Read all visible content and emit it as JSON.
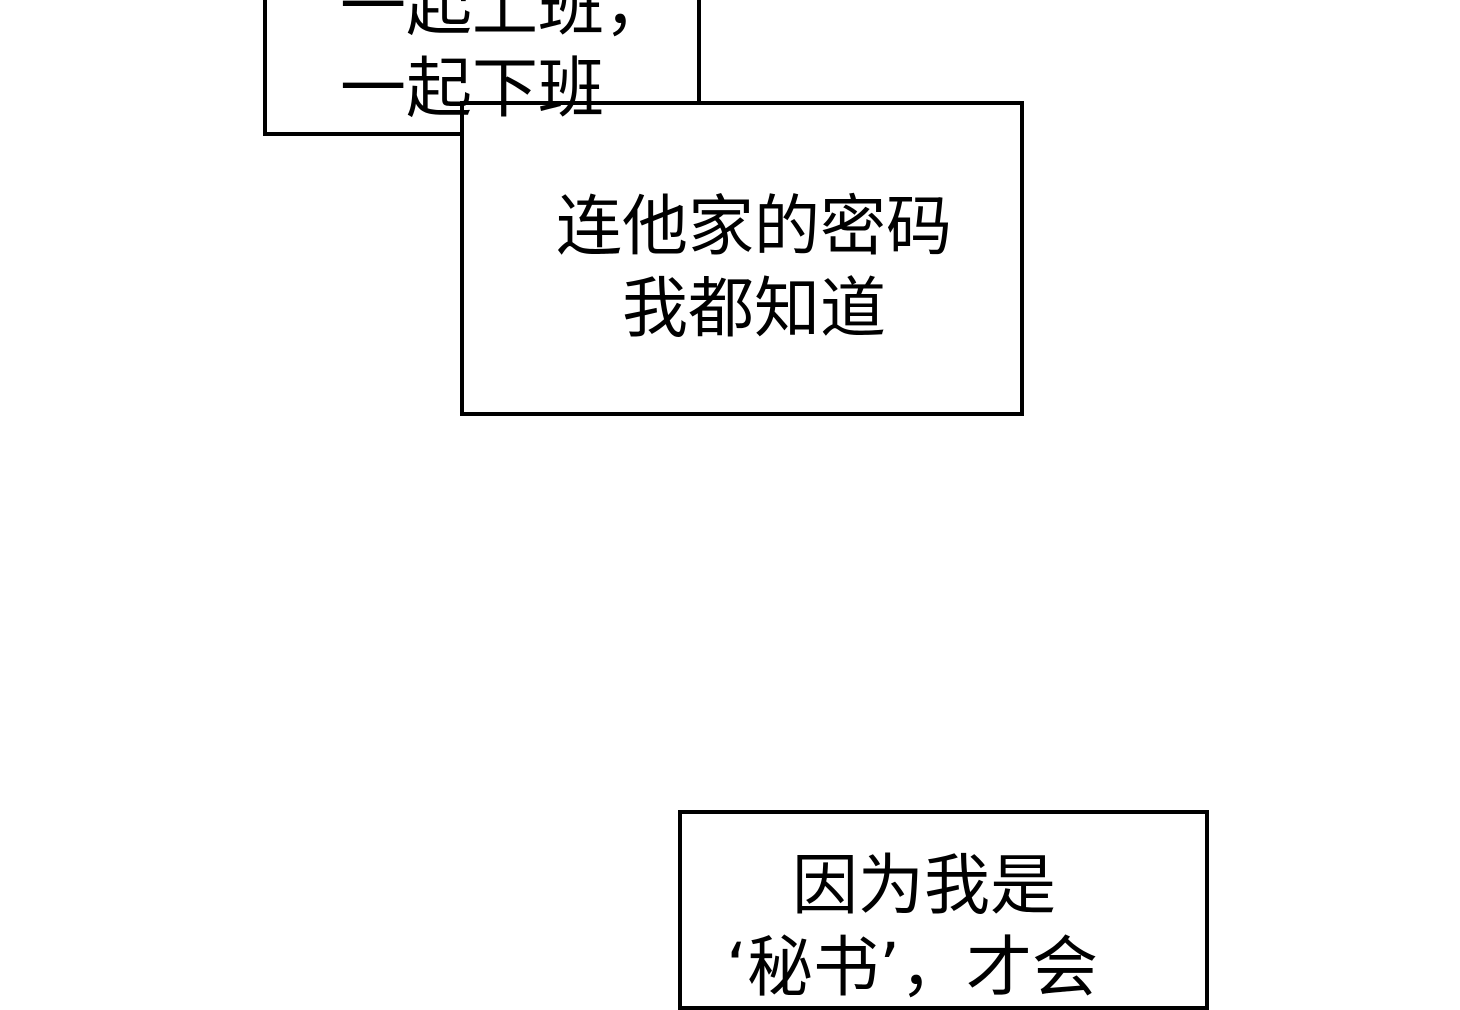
{
  "captions": {
    "upper_left": {
      "line1": "一起上班，",
      "line2": "一起下班"
    },
    "middle": {
      "line1": "连他家的密码",
      "line2": "我都知道"
    },
    "lower_right": {
      "line1": "因为我是",
      "line2": "‘秘书’，才会"
    }
  },
  "colors": {
    "background": "#ffffff",
    "border": "#000000",
    "text": "#000000"
  }
}
